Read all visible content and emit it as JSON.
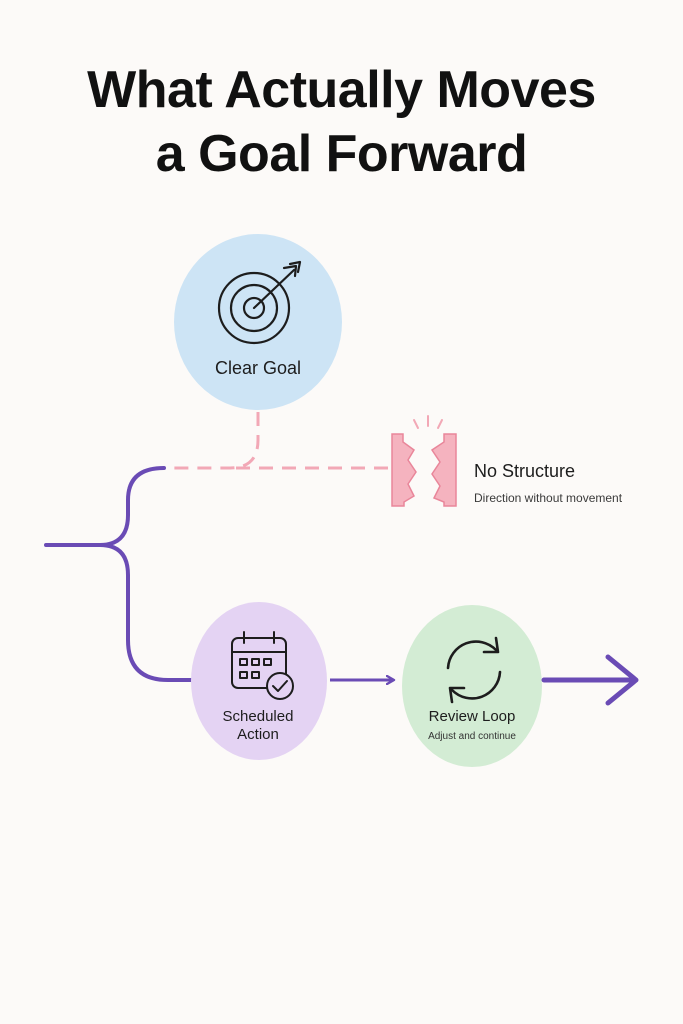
{
  "title": {
    "line1": "What Actually Moves",
    "line2": "a Goal Forward"
  },
  "nodes": {
    "clear_goal": {
      "label": "Clear Goal",
      "icon": "target-arrow-icon",
      "color": "#cde4f5"
    },
    "no_structure": {
      "label": "No Structure",
      "sublabel": "Direction without movement",
      "icon": "broken-wall-icon",
      "color": "#f5b3bf"
    },
    "scheduled_action": {
      "label_line1": "Scheduled",
      "label_line2": "Action",
      "icon": "calendar-check-icon",
      "color": "#e4d3f3"
    },
    "review_loop": {
      "label": "Review Loop",
      "sublabel": "Adjust and continue",
      "icon": "cycle-arrows-icon",
      "color": "#d3ecd4"
    }
  },
  "colors": {
    "flow_line": "#6a4bb5",
    "dashed_line": "#f2a8b6",
    "background": "#fcfaf8"
  }
}
